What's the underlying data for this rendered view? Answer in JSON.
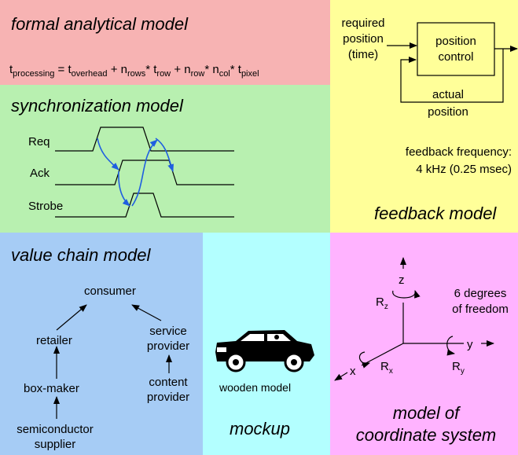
{
  "colors": {
    "formal": "#f7b3b3",
    "sync": "#b8f0b0",
    "feedback": "#ffff99",
    "value_chain": "#a6ccf5",
    "mockup": "#b3ffff",
    "coordinate": "#ffb3ff",
    "arrow_blue": "#1f5fe0"
  },
  "formal": {
    "title": "formal analytical model",
    "formula": {
      "t": "t",
      "processing": "processing",
      "overhead": "overhead",
      "n": "n",
      "rows": "rows",
      "row": "row",
      "col": "col",
      "pixel": "pixel",
      "eq": "=",
      "plus": "+",
      "times": "*"
    }
  },
  "sync": {
    "title": "synchronization model",
    "signals": [
      "Req",
      "Ack",
      "Strobe"
    ]
  },
  "feedback": {
    "required": [
      "required",
      "position",
      "(time)"
    ],
    "control": [
      "position",
      "control"
    ],
    "actual": [
      "actual",
      "position"
    ],
    "frequency": [
      "feedback frequency:",
      "4 kHz (0.25  msec)"
    ],
    "title": "feedback model"
  },
  "value_chain": {
    "title": "value chain model",
    "nodes": {
      "consumer": "consumer",
      "retailer": "retailer",
      "box_maker": "box-maker",
      "semiconductor": [
        "semiconductor",
        "supplier"
      ],
      "service_provider": [
        "service",
        "provider"
      ],
      "content_provider": [
        "content",
        "provider"
      ]
    }
  },
  "mockup": {
    "caption": "wooden model",
    "title": "mockup",
    "icon": "car-icon"
  },
  "coordinate": {
    "title": [
      "model of",
      "coordinate system"
    ],
    "axes": {
      "z": "z",
      "y": "y",
      "x": "x",
      "R": "R"
    },
    "freedom": [
      "6 degrees",
      "of freedom"
    ]
  }
}
